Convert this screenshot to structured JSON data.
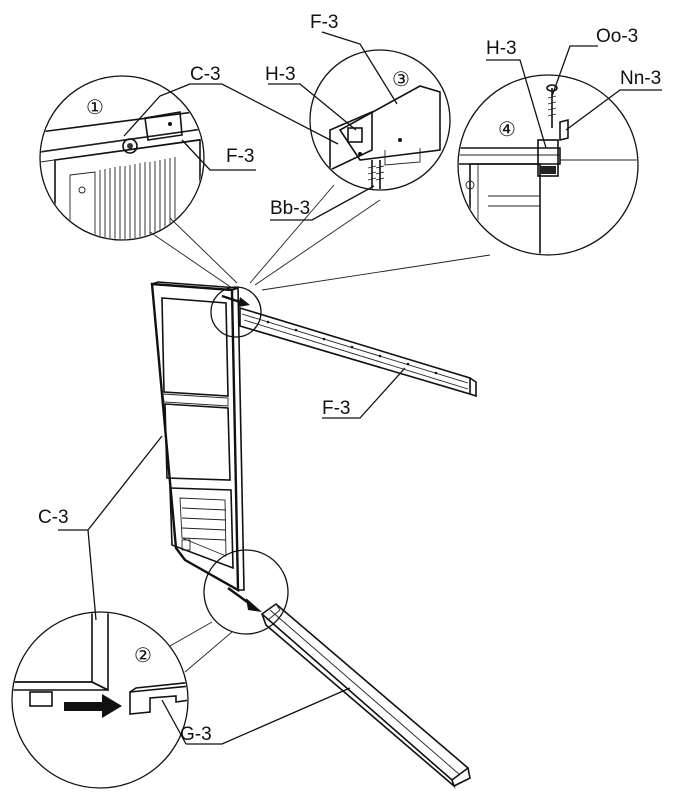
{
  "labels": {
    "f3_top": "F-3",
    "c3_top": "C-3",
    "h3_detail3": "H-3",
    "f3_detail1": "F-3",
    "bb3": "Bb-3",
    "h3_detail4": "H-3",
    "oo3": "Oo-3",
    "nn3": "Nn-3",
    "f3_rail": "F-3",
    "c3_left": "C-3",
    "g3": "G-3"
  },
  "steps": {
    "s1": "①",
    "s2": "②",
    "s3": "③",
    "s4": "④"
  }
}
